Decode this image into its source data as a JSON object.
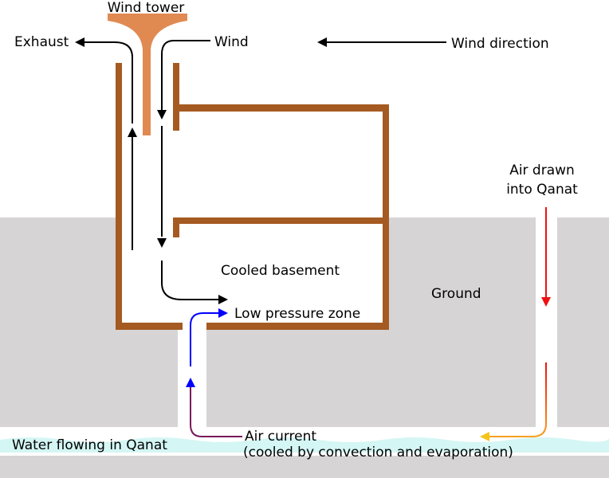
{
  "labels": {
    "wind_tower": "Wind tower",
    "exhaust": "Exhaust",
    "wind": "Wind",
    "wind_direction": "Wind direction",
    "air_drawn_line1": "Air drawn",
    "air_drawn_line2": "into Qanat",
    "cooled_basement": "Cooled basement",
    "ground": "Ground",
    "low_pressure_zone": "Low pressure zone",
    "water_flowing": "Water flowing in Qanat",
    "air_current_line1": "Air current",
    "air_current_line2": "(cooled by convection and evaporation)"
  },
  "colors": {
    "ground": "#d6d4d5",
    "wall": "#a55a21",
    "tower": "#e08a52",
    "water": "#d4f6f4",
    "arrow_black": "#000000",
    "arrow_blue": "#0000ff",
    "arrow_red": "#ee1111",
    "arrow_yellow": "#f7c318",
    "arrow_purple": "#6a1b8a"
  }
}
